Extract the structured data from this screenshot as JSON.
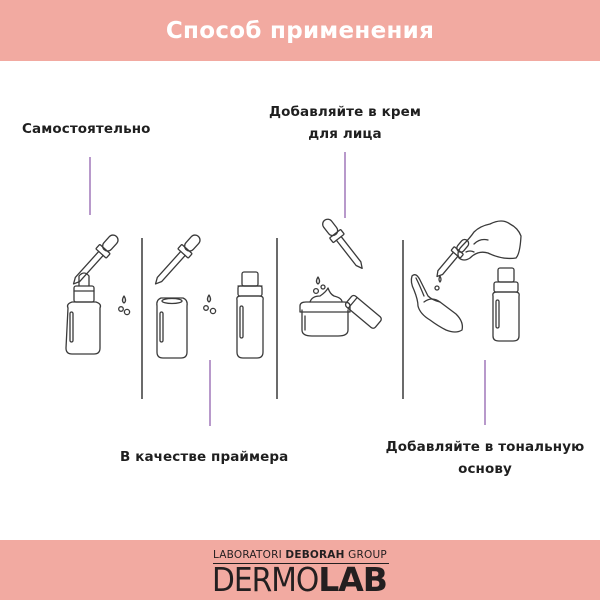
{
  "header": {
    "title": "Способ применения",
    "background_color": "#f2aaa1",
    "text_color": "#ffffff"
  },
  "steps": [
    {
      "label": "Самостоятельно",
      "illustration": "dropper-bottle-icon"
    },
    {
      "label": "В качестве праймера",
      "illustration": "primer-bottles-icon"
    },
    {
      "label_line1": "Добавляйте в крем",
      "label_line2": "для лица",
      "illustration": "cream-jar-icon"
    },
    {
      "label_line1": "Добавляйте в тональную",
      "label_line2": "основу",
      "illustration": "foundation-hand-icon"
    }
  ],
  "colors": {
    "leader_line": "#b899cb",
    "divider": "#6b6b6b",
    "illustration_stroke": "#3a3a3a"
  },
  "footer": {
    "brand_prefix": "LABORATORI ",
    "brand_bold": "DEBORAH",
    "brand_suffix": " GROUP",
    "logo_thin": "DERMO",
    "logo_bold": "LAB",
    "background_color": "#f2aaa1"
  }
}
